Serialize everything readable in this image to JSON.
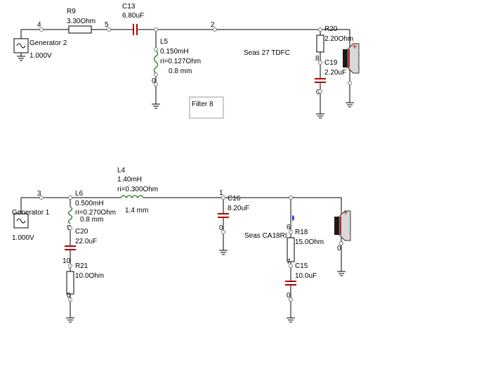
{
  "filter_box": {
    "label": "Filter 8"
  },
  "top_circuit": {
    "generator": {
      "name": "Generator 2",
      "voltage": "1.000V"
    },
    "node_4": "4",
    "node_5": "5",
    "node_2": "2",
    "node_8": "8",
    "node_0_l5": "0",
    "node_0_c19": "0",
    "r9": {
      "name": "R9",
      "value": "3.30Ohm"
    },
    "c13": {
      "name": "C13",
      "value": "6.80uF"
    },
    "l5": {
      "name": "L5",
      "value": "0.150mH",
      "ri": "ri=0.127Ohm",
      "wire": "0.8 mm"
    },
    "r20": {
      "name": "R20",
      "value": "2.20Ohm"
    },
    "c19": {
      "name": "C19",
      "value": "2.20uF"
    },
    "speaker_label": "Seas 27 TDFC"
  },
  "bottom_circuit": {
    "generator": {
      "name": "Generator 1",
      "voltage": "1.000V"
    },
    "node_3": "3",
    "node_9": "9",
    "node_10": "10",
    "node_1": "1",
    "node_6": "6",
    "node_7": "7",
    "node_0_r21": "0",
    "node_0_c16": "0",
    "node_0_c15": "0",
    "node_0_spk": "0",
    "l6": {
      "name": "L6",
      "value": "0.500mH",
      "ri": "ri=0.270Ohm",
      "wire": "0.8 mm"
    },
    "c20": {
      "name": "C20",
      "value": "22.0uF"
    },
    "r21": {
      "name": "R21",
      "value": "10.0Ohm"
    },
    "l4": {
      "name": "L4",
      "value": "1.40mH",
      "ri": "ri=0.300Ohm",
      "wire": "1.4 mm"
    },
    "c16": {
      "name": "C16",
      "value": "8.20uF"
    },
    "r18": {
      "name": "R18",
      "value": "15.0Ohm"
    },
    "c15": {
      "name": "C15",
      "value": "10.0uF"
    },
    "speaker_label": "Seas CA18RI"
  },
  "colors": {
    "wire": "#000000",
    "capacitor": "#b00000",
    "inductor": "#1a7a1a",
    "speaker_cone": "#c02020",
    "node": "#777777",
    "probe": "#2040d0"
  }
}
